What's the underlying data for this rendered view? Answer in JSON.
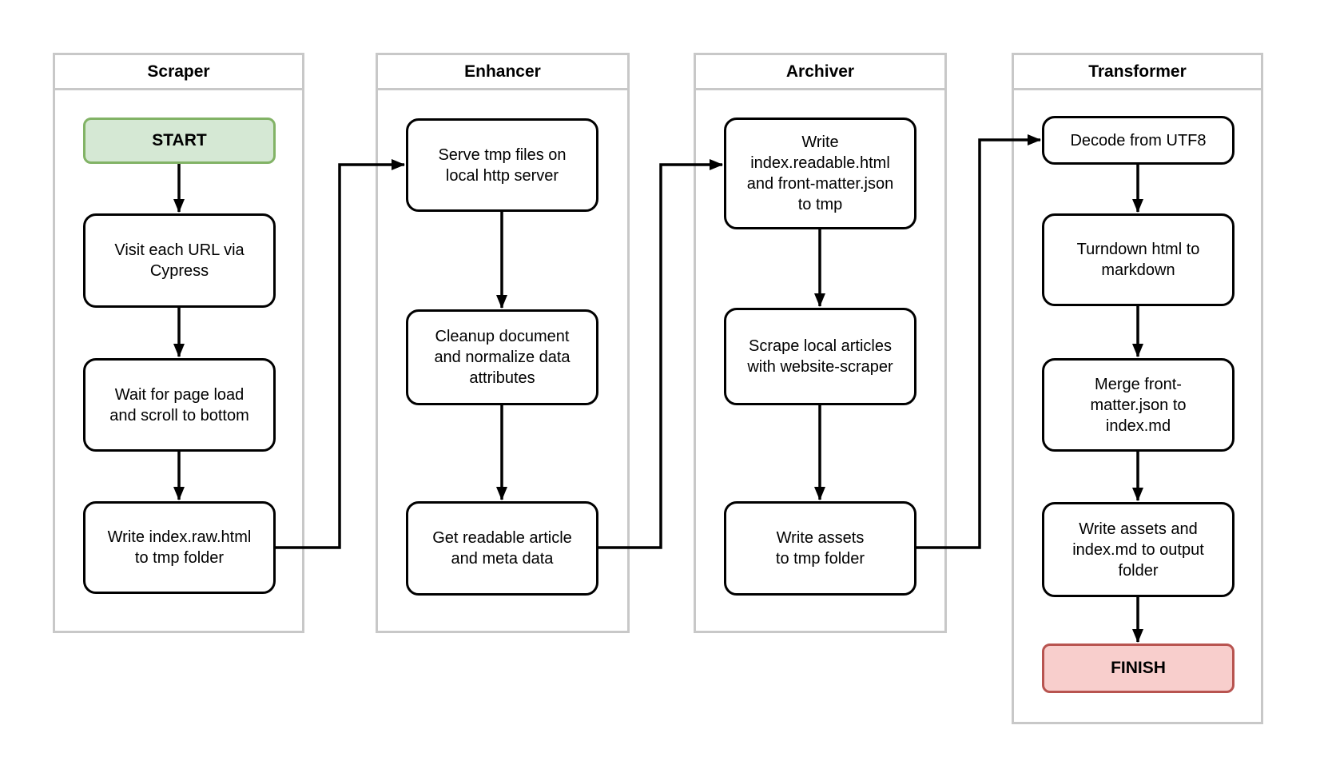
{
  "diagram": {
    "lanes": [
      {
        "id": "scraper",
        "label": "Scraper"
      },
      {
        "id": "enhancer",
        "label": "Enhancer"
      },
      {
        "id": "archiver",
        "label": "Archiver"
      },
      {
        "id": "transformer",
        "label": "Transformer"
      }
    ],
    "nodes": {
      "start": {
        "lane": "scraper",
        "type": "start-terminal",
        "label": [
          "START"
        ]
      },
      "visit_urls": {
        "lane": "scraper",
        "type": "process",
        "label": [
          "Visit each URL via",
          "Cypress"
        ]
      },
      "wait_page_load": {
        "lane": "scraper",
        "type": "process",
        "label": [
          "Wait for page load",
          "and scroll to bottom"
        ]
      },
      "write_index_raw": {
        "lane": "scraper",
        "type": "process",
        "label": [
          "Write index.raw.html",
          "to tmp folder"
        ]
      },
      "serve_tmp_files": {
        "lane": "enhancer",
        "type": "process",
        "label": [
          "Serve tmp files on",
          "local http server"
        ]
      },
      "cleanup_document": {
        "lane": "enhancer",
        "type": "process",
        "label": [
          "Cleanup document",
          "and normalize data",
          "attributes"
        ]
      },
      "get_readable_article": {
        "lane": "enhancer",
        "type": "process",
        "label": [
          "Get readable article",
          "and meta data"
        ]
      },
      "write_index_readable": {
        "lane": "archiver",
        "type": "process",
        "label": [
          "Write",
          "index.readable.html",
          "and front-matter.json",
          "to tmp"
        ]
      },
      "scrape_local_articles": {
        "lane": "archiver",
        "type": "process",
        "label": [
          "Scrape local articles",
          "with website-scraper"
        ]
      },
      "write_assets_tmp": {
        "lane": "archiver",
        "type": "process",
        "label": [
          "Write assets",
          "to tmp folder"
        ]
      },
      "decode_utf8": {
        "lane": "transformer",
        "type": "process",
        "label": [
          "Decode from UTF8"
        ]
      },
      "turndown_html": {
        "lane": "transformer",
        "type": "process",
        "label": [
          "Turndown html to",
          "markdown"
        ]
      },
      "merge_front_matter": {
        "lane": "transformer",
        "type": "process",
        "label": [
          "Merge front-",
          "matter.json to",
          "index.md"
        ]
      },
      "write_assets_output": {
        "lane": "transformer",
        "type": "process",
        "label": [
          "Write assets and",
          "index.md to output",
          "folder"
        ]
      },
      "finish": {
        "lane": "transformer",
        "type": "finish-terminal",
        "label": [
          "FINISH"
        ]
      }
    },
    "edges": [
      {
        "from": "start",
        "to": "visit_urls"
      },
      {
        "from": "visit_urls",
        "to": "wait_page_load"
      },
      {
        "from": "wait_page_load",
        "to": "write_index_raw"
      },
      {
        "from": "write_index_raw",
        "to": "serve_tmp_files"
      },
      {
        "from": "serve_tmp_files",
        "to": "cleanup_document"
      },
      {
        "from": "cleanup_document",
        "to": "get_readable_article"
      },
      {
        "from": "get_readable_article",
        "to": "write_index_readable"
      },
      {
        "from": "write_index_readable",
        "to": "scrape_local_articles"
      },
      {
        "from": "scrape_local_articles",
        "to": "write_assets_tmp"
      },
      {
        "from": "write_assets_tmp",
        "to": "decode_utf8"
      },
      {
        "from": "decode_utf8",
        "to": "turndown_html"
      },
      {
        "from": "turndown_html",
        "to": "merge_front_matter"
      },
      {
        "from": "merge_front_matter",
        "to": "write_assets_output"
      },
      {
        "from": "write_assets_output",
        "to": "finish"
      }
    ]
  },
  "colors": {
    "background": "#ffffff",
    "lane_border": "#c8c8c8",
    "node_border": "#000000",
    "node_fill": "#ffffff",
    "start_fill": "#d5e8d4",
    "start_border": "#82b366",
    "finish_fill": "#f8cecc",
    "finish_border": "#b85450",
    "arrow": "#000000",
    "text": "#000000"
  }
}
